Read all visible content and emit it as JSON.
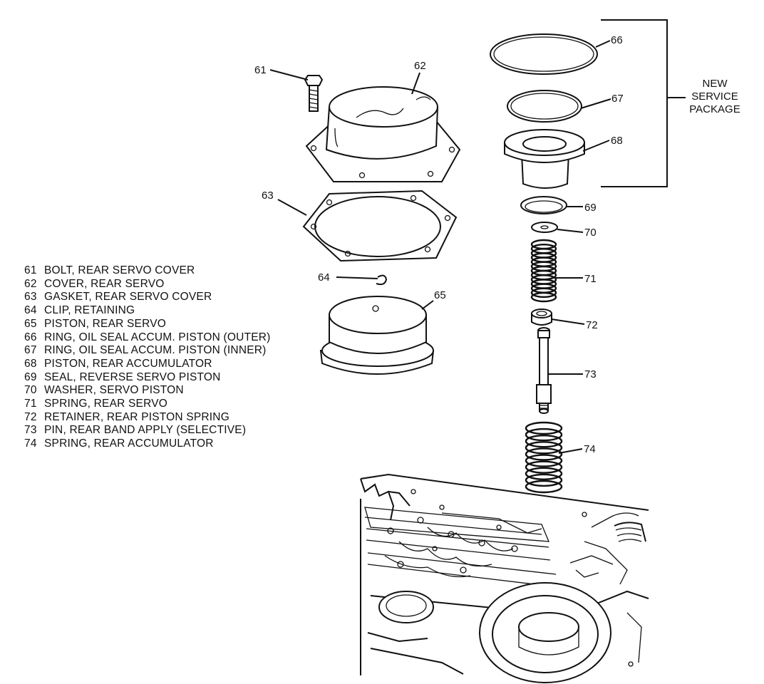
{
  "legend": [
    {
      "num": "61",
      "desc": "BOLT, REAR SERVO COVER"
    },
    {
      "num": "62",
      "desc": "COVER, REAR SERVO"
    },
    {
      "num": "63",
      "desc": "GASKET, REAR SERVO COVER"
    },
    {
      "num": "64",
      "desc": "CLIP, RETAINING"
    },
    {
      "num": "65",
      "desc": "PISTON, REAR SERVO"
    },
    {
      "num": "66",
      "desc": "RING, OIL SEAL ACCUM. PISTON (OUTER)"
    },
    {
      "num": "67",
      "desc": "RING, OIL SEAL ACCUM. PISTON (INNER)"
    },
    {
      "num": "68",
      "desc": "PISTON, REAR ACCUMULATOR"
    },
    {
      "num": "69",
      "desc": "SEAL, REVERSE SERVO PISTON"
    },
    {
      "num": "70",
      "desc": "WASHER, SERVO PISTON"
    },
    {
      "num": "71",
      "desc": "SPRING, REAR SERVO"
    },
    {
      "num": "72",
      "desc": "RETAINER, REAR PISTON SPRING"
    },
    {
      "num": "73",
      "desc": "PIN, REAR BAND APPLY (SELECTIVE)"
    },
    {
      "num": "74",
      "desc": "SPRING, REAR ACCUMULATOR"
    }
  ],
  "callouts": {
    "c61": "61",
    "c62": "62",
    "c63": "63",
    "c64": "64",
    "c65": "65",
    "c66": "66",
    "c67": "67",
    "c68": "68",
    "c69": "69",
    "c70": "70",
    "c71": "71",
    "c72": "72",
    "c73": "73",
    "c74": "74"
  },
  "service_package": {
    "line1": "NEW",
    "line2": "SERVICE",
    "line3": "PACKAGE"
  }
}
